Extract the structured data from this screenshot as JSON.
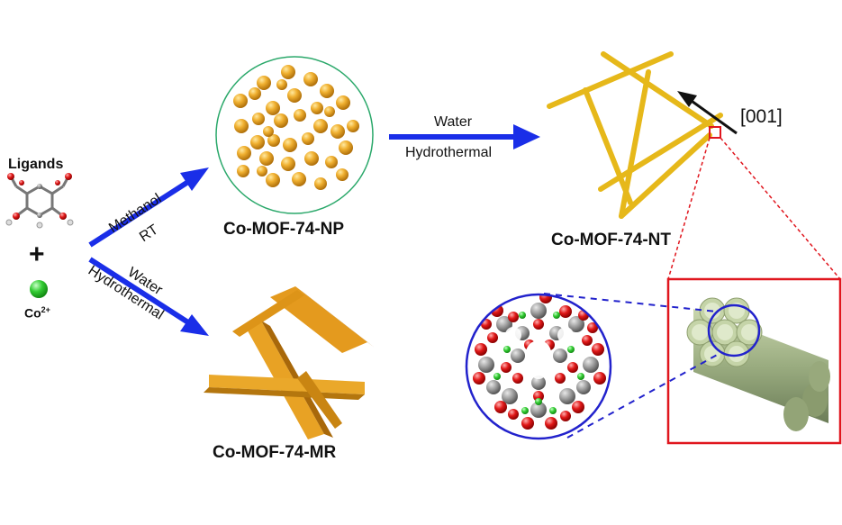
{
  "left": {
    "ligands_label": "Ligands",
    "plus": "+",
    "ion_symbol": "Co",
    "ion_charge": "2+"
  },
  "arrows": {
    "upper_solvent": "Methanol",
    "upper_condition": "RT",
    "lower_solvent": "Water",
    "lower_condition": "Hydrothermal",
    "middle_solvent": "Water",
    "middle_condition": "Hydrothermal"
  },
  "products": {
    "nanoparticles": "Co-MOF-74-NP",
    "nanotubes": "Co-MOF-74-NT",
    "microrods": "Co-MOF-74-MR"
  },
  "direction_label": "[001]",
  "colors": {
    "arrow_blue": "#1a2ee8",
    "gold": "#e8a21c",
    "rod_orange": "#e49a1e",
    "tube_yellow": "#e6b81a",
    "highlight_red": "#e0161e",
    "zoom_blue": "#2222cc",
    "tube_green": "#aebd94",
    "atom_red": "#e01818",
    "atom_grey": "#8a8a8a",
    "atom_green": "#3bd13b"
  }
}
